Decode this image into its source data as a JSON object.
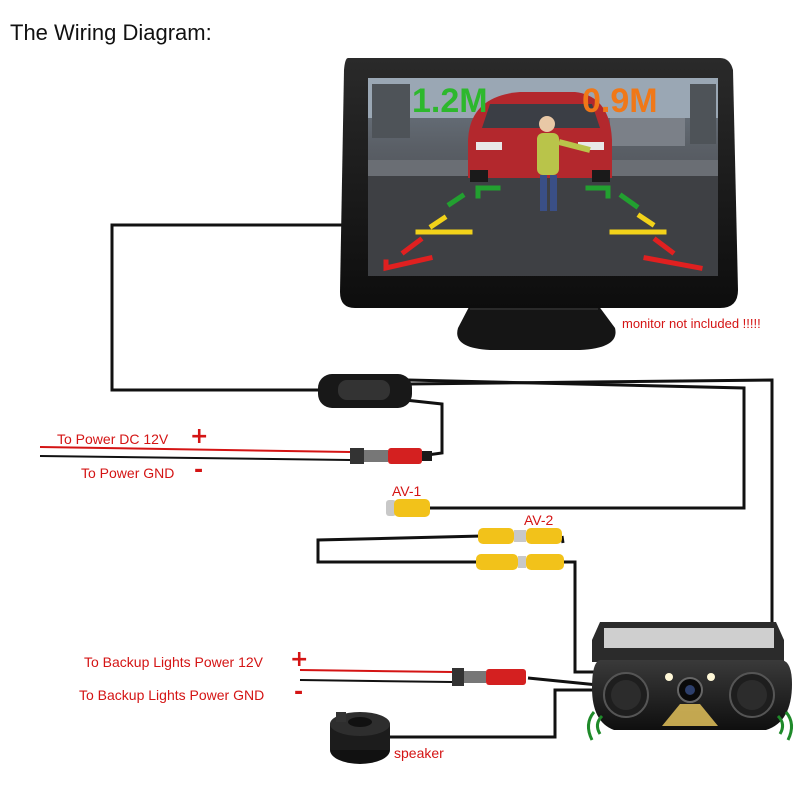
{
  "title": "The Wiring Diagram:",
  "monitor": {
    "distance_left": "1.2M",
    "distance_right": "0.9M",
    "note": "monitor not included !!!!!"
  },
  "labels": {
    "power_12v": "To Power DC 12V",
    "power_gnd": "To Power GND",
    "av1": "AV-1",
    "av2": "AV-2",
    "backup_12v": "To Backup Lights Power 12V",
    "backup_gnd": "To Backup Lights Power GND",
    "speaker": "speaker"
  },
  "signs": {
    "plus": "+",
    "minus": "-"
  },
  "colors": {
    "label_red": "#d41414",
    "wire": "#111111",
    "rca_yellow": "#f2c21a",
    "guide_red": "#e02020",
    "guide_yellow": "#f2d21a",
    "guide_green": "#22a030",
    "text_green": "#2db82d",
    "text_orange": "#f07818"
  }
}
